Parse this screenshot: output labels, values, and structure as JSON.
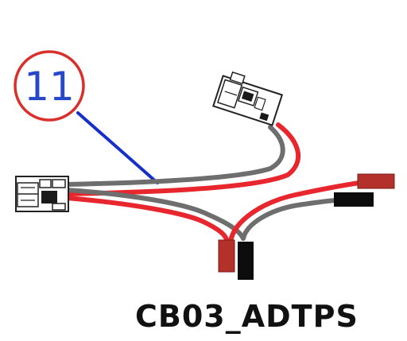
{
  "callout": {
    "number": "11",
    "circle_color": "#d9302c",
    "text_color": "#2748c8",
    "leader_color": "#1530c9"
  },
  "part_label": "CB03_ADTPS",
  "colors": {
    "wire_red": "#e8262d",
    "wire_gray": "#6e6e6e",
    "pin_red": "#b4302b",
    "pin_black": "#0c0c0c",
    "connector_outline": "#222222"
  },
  "components": {
    "main_connector": "multi-pin-housing",
    "top_connector": "sensor-connector",
    "pins": [
      "red-pin-top-right",
      "black-pin-right",
      "red-pin-bottom",
      "black-pin-bottom"
    ]
  }
}
